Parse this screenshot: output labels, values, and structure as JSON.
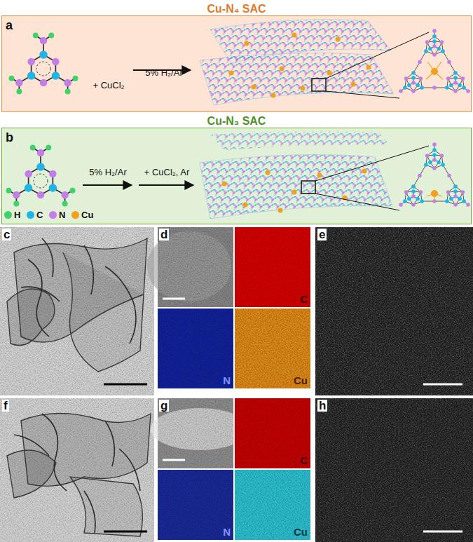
{
  "diagram": {
    "nodes": [
      {
        "text": [
          "Cu-N₄ SAC",
          "a",
          "+ CuCl₂",
          "5% H₂/Ar"
        ]
      },
      {
        "text": [
          "Cu-N₃ SAC",
          "b",
          "5% H₂/Ar",
          "+ CuCl₂, Ar"
        ]
      },
      {
        "text": [
          "C"
        ]
      },
      {
        "text": [
          "N"
        ]
      },
      {
        "text": [
          "Cu"
        ]
      },
      {
        "text": [
          "C"
        ]
      },
      {
        "text": [
          "N"
        ]
      },
      {
        "text": [
          "Cu"
        ]
      }
    ],
    "labels": [
      "c",
      "d",
      "e",
      "f",
      "g",
      "h"
    ],
    "legend": [
      {
        "text": "H",
        "color": "#3fd16a"
      },
      {
        "text": "C",
        "color": "#1fb5e6"
      },
      {
        "text": "N",
        "color": "#c47ee8"
      },
      {
        "text": "Cu",
        "color": "#f2a11f"
      }
    ]
  }
}
